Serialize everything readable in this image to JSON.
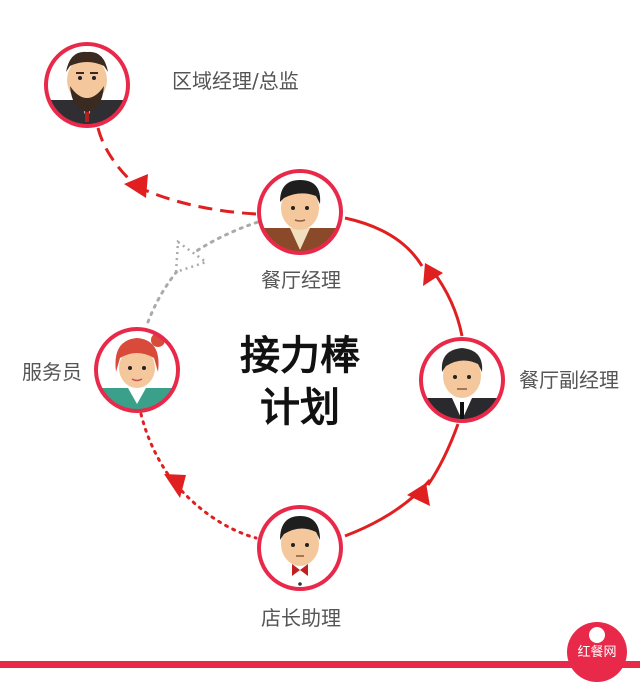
{
  "title": [
    "接力棒",
    "计划"
  ],
  "roles": {
    "director": "区域经理/总监",
    "manager": "餐厅经理",
    "deputy": "餐厅副经理",
    "waiter": "服务员",
    "assistant": "店长助理"
  },
  "logo": {
    "text": "红餐网"
  },
  "colors": {
    "accent": "#e8294a",
    "arrow": "#e02020",
    "dotted_gray": "#aaaaaa",
    "ring": "#e8294a"
  }
}
